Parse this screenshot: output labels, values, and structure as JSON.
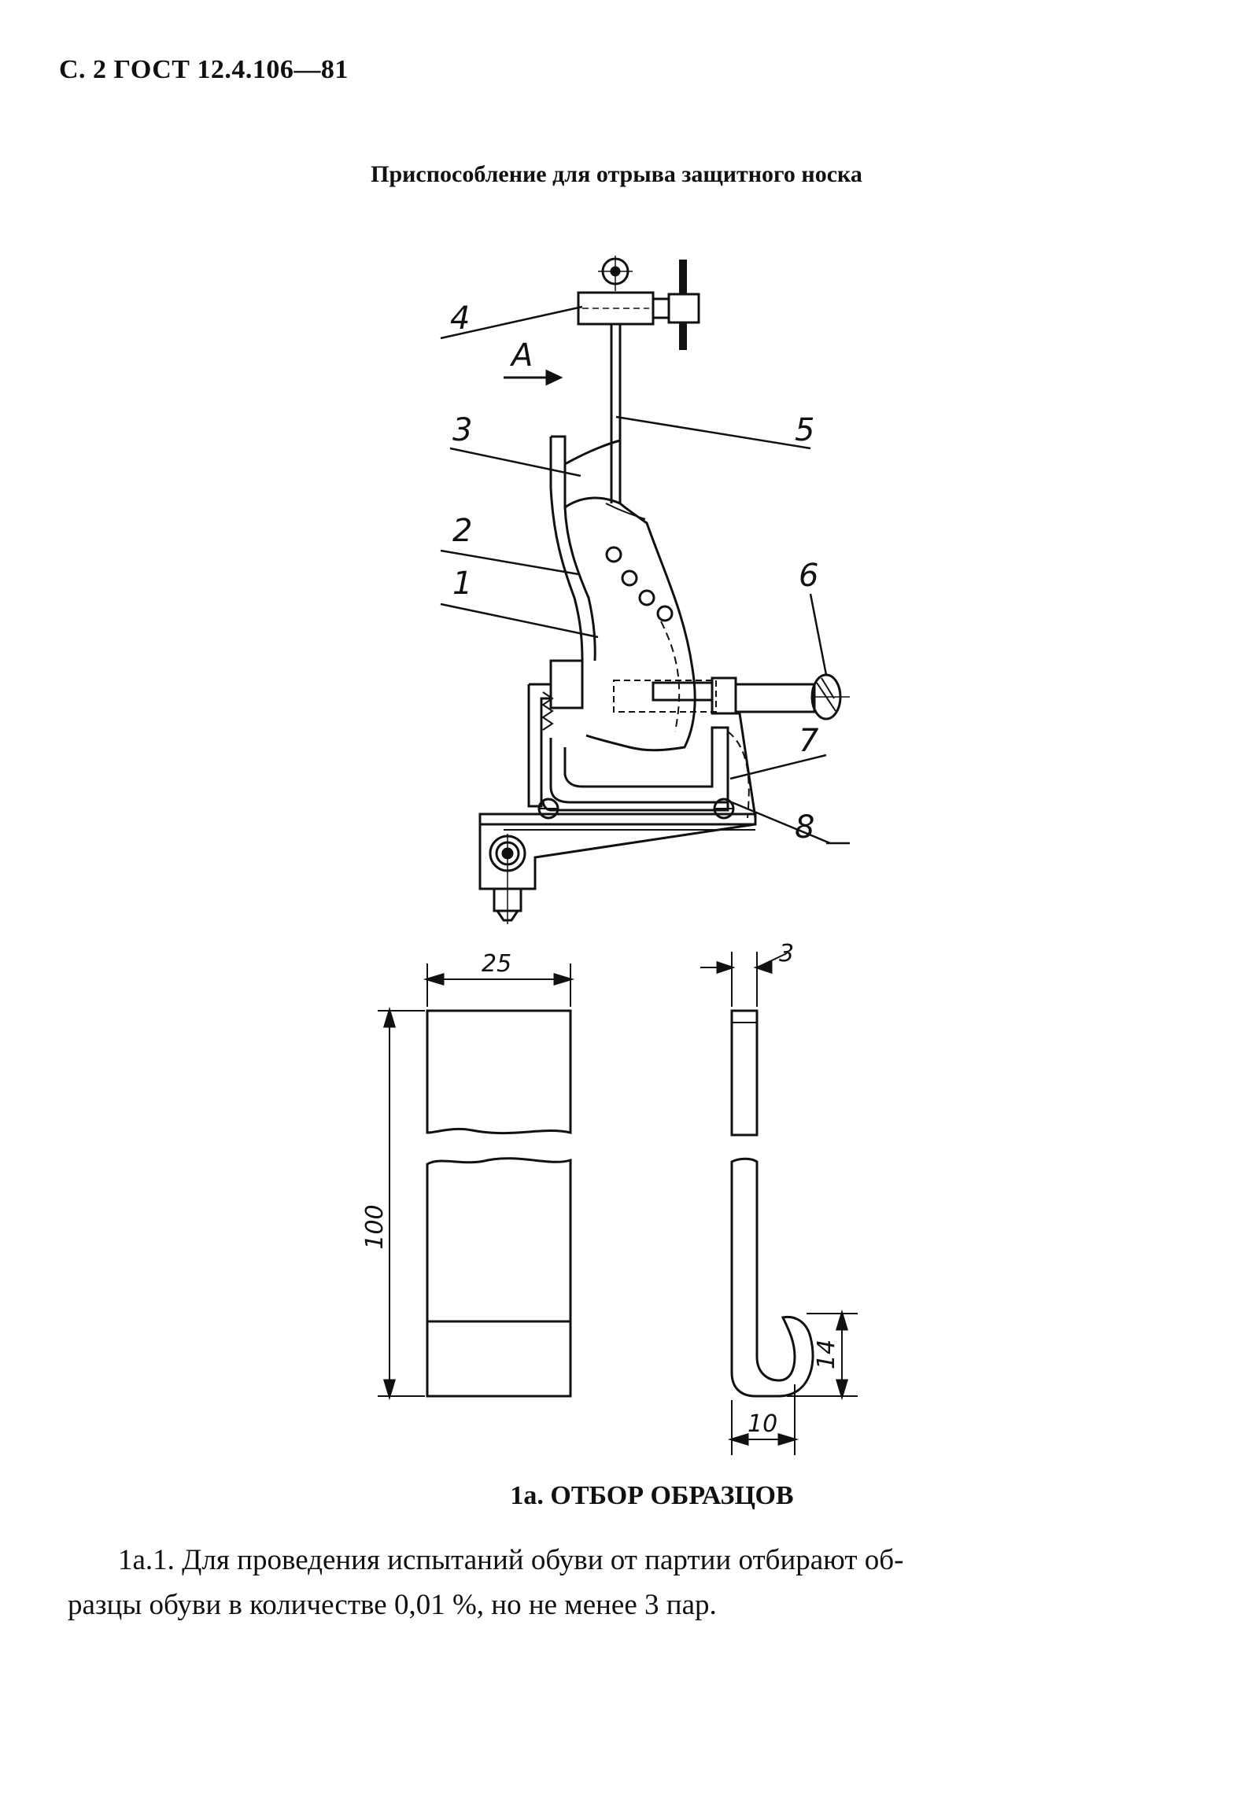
{
  "header": {
    "text": "С. 2 ГОСТ 12.4.106—81"
  },
  "figure": {
    "title": "Приспособление для отрыва защитного носка",
    "direction_label": "А",
    "callouts": [
      "1",
      "2",
      "3",
      "4",
      "5",
      "6",
      "7",
      "8"
    ],
    "dimensions": {
      "width": "25",
      "length": "100",
      "thickness": "3",
      "hook_height": "14",
      "hook_width": "10"
    }
  },
  "section": {
    "title": "1а. ОТБОР ОБРАЗЦОВ",
    "paragraph_line1": "1а.1. Для проведения испытаний обуви от партии отбирают об-",
    "paragraph_line2": "разцы обуви в количестве 0,01 %, но не менее 3 пар."
  }
}
